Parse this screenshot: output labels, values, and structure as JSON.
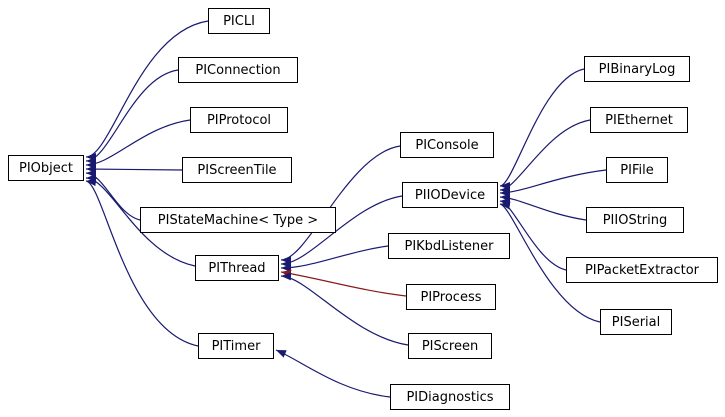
{
  "diagram": {
    "type": "class-inheritance-graph",
    "background": "#ffffff",
    "colors": {
      "node_fill": "#ffffff",
      "node_border": "#000000",
      "node_text": "#000000",
      "edge_public": "#191970",
      "edge_private": "#8b1a1a"
    },
    "nodes": {
      "PIObject": {
        "label": "PIObject"
      },
      "PICLI": {
        "label": "PICLI"
      },
      "PIConnection": {
        "label": "PIConnection"
      },
      "PIProtocol": {
        "label": "PIProtocol"
      },
      "PIScreenTile": {
        "label": "PIScreenTile"
      },
      "PIStateMachine": {
        "label": "PIStateMachine< Type >"
      },
      "PIThread": {
        "label": "PIThread"
      },
      "PITimer": {
        "label": "PITimer"
      },
      "PIConsole": {
        "label": "PIConsole"
      },
      "PIIODevice": {
        "label": "PIIODevice"
      },
      "PIKbdListener": {
        "label": "PIKbdListener"
      },
      "PIProcess": {
        "label": "PIProcess"
      },
      "PIScreen": {
        "label": "PIScreen"
      },
      "PIDiagnostics": {
        "label": "PIDiagnostics"
      },
      "PIBinaryLog": {
        "label": "PIBinaryLog"
      },
      "PIEthernet": {
        "label": "PIEthernet"
      },
      "PIFile": {
        "label": "PIFile"
      },
      "PIIOString": {
        "label": "PIIOString"
      },
      "PIPacketExtractor": {
        "label": "PIPacketExtractor"
      },
      "PISerial": {
        "label": "PISerial"
      }
    },
    "edges": [
      {
        "from": "PICLI",
        "to": "PIObject",
        "relation": "public"
      },
      {
        "from": "PIConnection",
        "to": "PIObject",
        "relation": "public"
      },
      {
        "from": "PIProtocol",
        "to": "PIObject",
        "relation": "public"
      },
      {
        "from": "PIScreenTile",
        "to": "PIObject",
        "relation": "public"
      },
      {
        "from": "PIStateMachine",
        "to": "PIObject",
        "relation": "public"
      },
      {
        "from": "PIThread",
        "to": "PIObject",
        "relation": "public"
      },
      {
        "from": "PITimer",
        "to": "PIObject",
        "relation": "public"
      },
      {
        "from": "PIConsole",
        "to": "PIThread",
        "relation": "public"
      },
      {
        "from": "PIIODevice",
        "to": "PIThread",
        "relation": "public"
      },
      {
        "from": "PIKbdListener",
        "to": "PIThread",
        "relation": "public"
      },
      {
        "from": "PIProcess",
        "to": "PIThread",
        "relation": "private"
      },
      {
        "from": "PIScreen",
        "to": "PIThread",
        "relation": "public"
      },
      {
        "from": "PIBinaryLog",
        "to": "PIIODevice",
        "relation": "public"
      },
      {
        "from": "PIEthernet",
        "to": "PIIODevice",
        "relation": "public"
      },
      {
        "from": "PIFile",
        "to": "PIIODevice",
        "relation": "public"
      },
      {
        "from": "PIIOString",
        "to": "PIIODevice",
        "relation": "public"
      },
      {
        "from": "PIPacketExtractor",
        "to": "PIIODevice",
        "relation": "public"
      },
      {
        "from": "PISerial",
        "to": "PIIODevice",
        "relation": "public"
      },
      {
        "from": "PIDiagnostics",
        "to": "PITimer",
        "relation": "public"
      }
    ]
  }
}
